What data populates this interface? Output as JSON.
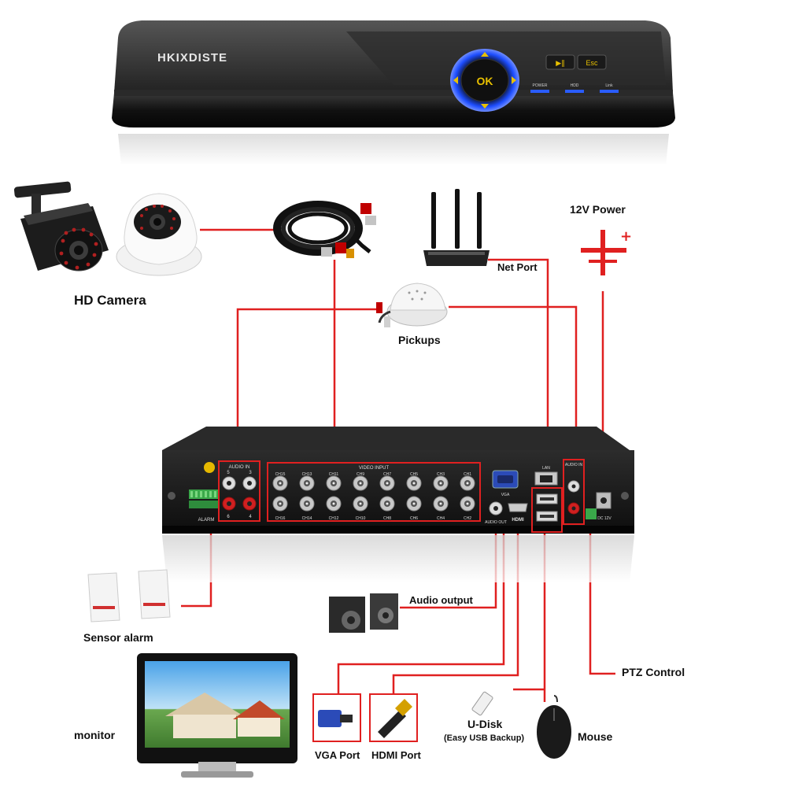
{
  "dvr_front": {
    "brand": "HKIXDISTE",
    "ok_label": "OK",
    "btn_play": "▶‖",
    "btn_esc": "Esc",
    "led_labels": [
      "POWER",
      "HDD",
      "Link"
    ]
  },
  "labels": {
    "hd_camera": "HD Camera",
    "pickups": "Pickups",
    "net_port": "Net Port",
    "power": "12V Power",
    "sensor_alarm": "Sensor alarm",
    "audio_output": "Audio output",
    "ptz_control": "PTZ Control",
    "monitor": "monitor",
    "vga_port": "VGA Port",
    "hdmi_port": "HDMI Port",
    "udisk": "U-Disk",
    "udisk_sub": "(Easy USB Backup)",
    "mouse": "Mouse"
  },
  "rear_panel": {
    "audio_in_left": "AUDIO IN",
    "video_input": "VIDEO INPUT",
    "lan": "LAN",
    "vga": "VGA",
    "audio_out": "AUDIO OUT",
    "hdmi": "HDMI",
    "audio_in_right": "AUDIO IN",
    "dc12v": "DC 12V",
    "alarm": "ALARM",
    "audio_nums_top": [
      "5",
      "3"
    ],
    "audio_nums_bottom": [
      "6",
      "4"
    ],
    "channels_top": [
      "CH15",
      "CH13",
      "CH11",
      "CH9",
      "CH7",
      "CH5",
      "CH3",
      "CH1"
    ],
    "channels_bottom": [
      "CH16",
      "CH14",
      "CH12",
      "CH10",
      "CH8",
      "CH6",
      "CH4",
      "CH2"
    ]
  },
  "colors": {
    "line": "#e02020",
    "chassis": "#1a1a1a",
    "bnc": "#c8c8c8",
    "accent_blue": "#2a5cff"
  }
}
